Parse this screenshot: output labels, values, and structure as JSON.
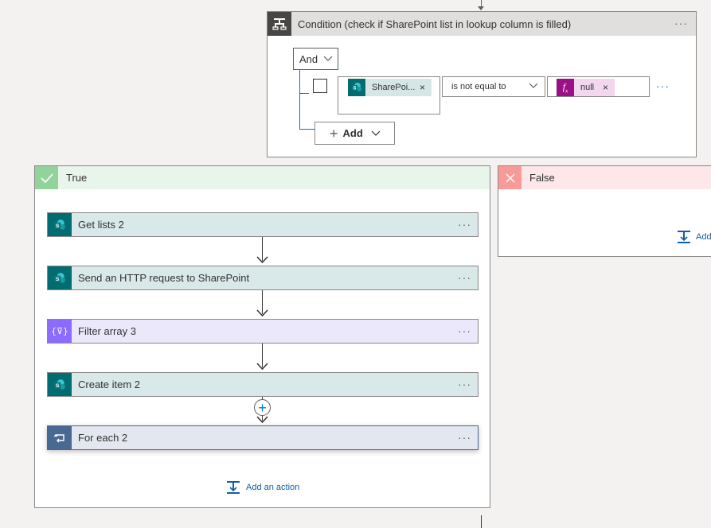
{
  "condition": {
    "title": "Condition (check if SharePoint list in lookup column is filled)",
    "more": "···",
    "group_operator": "And",
    "row": {
      "left_token": "SharePoi...",
      "operator": "is not equal to",
      "right_token": "null",
      "remove": "×",
      "more": "···"
    },
    "add_label": "Add"
  },
  "true_branch": {
    "label": "True",
    "actions": [
      {
        "title": "Get lists 2",
        "icon": "sharepoint-icon",
        "more": "···"
      },
      {
        "title": "Send an HTTP request to SharePoint",
        "icon": "sharepoint-icon",
        "more": "···"
      },
      {
        "title": "Filter array 3",
        "icon": "filter-array-icon",
        "more": "···"
      },
      {
        "title": "Create item 2",
        "icon": "sharepoint-icon",
        "more": "···"
      },
      {
        "title": "For each 2",
        "icon": "loop-icon",
        "more": "···"
      }
    ],
    "insert_step": "+",
    "add_action": "Add an action"
  },
  "false_branch": {
    "label": "False",
    "add_action": "Add"
  },
  "colors": {
    "sharepoint": "#036c70",
    "filter": "#8c6cff",
    "foreach": "#486991",
    "true": "#92d39b",
    "false": "#f89a98",
    "link": "#0f5ea8",
    "fx_token": "#9b0f87"
  }
}
